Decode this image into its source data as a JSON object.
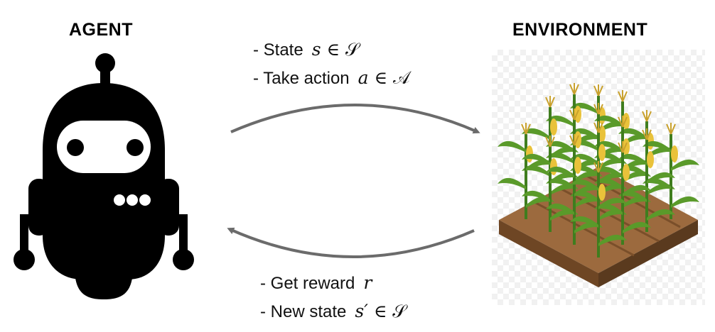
{
  "agent_label": "AGENT",
  "environment_label": "ENVIRONMENT",
  "top_messages": [
    {
      "text": "- State",
      "math": "s ∈ ",
      "set": "𝒮"
    },
    {
      "text": "- Take action",
      "math": "a ∈ ",
      "set": "𝒜"
    }
  ],
  "bottom_messages": [
    {
      "text": "- Get reward",
      "math": "r",
      "set": ""
    },
    {
      "text": "- New state",
      "math": "s′ ∈ ",
      "set": "𝒮"
    }
  ],
  "icons": {
    "agent": "robot-icon",
    "environment": "cornfield-icon",
    "top_arrow": "arrow-right-curved",
    "bottom_arrow": "arrow-left-curved"
  },
  "colors": {
    "robot": "#000000",
    "arrow": "#6b6b6b",
    "soil": "#9c6a3e",
    "plant": "#5a9a2a",
    "corn": "#e9c23a"
  }
}
